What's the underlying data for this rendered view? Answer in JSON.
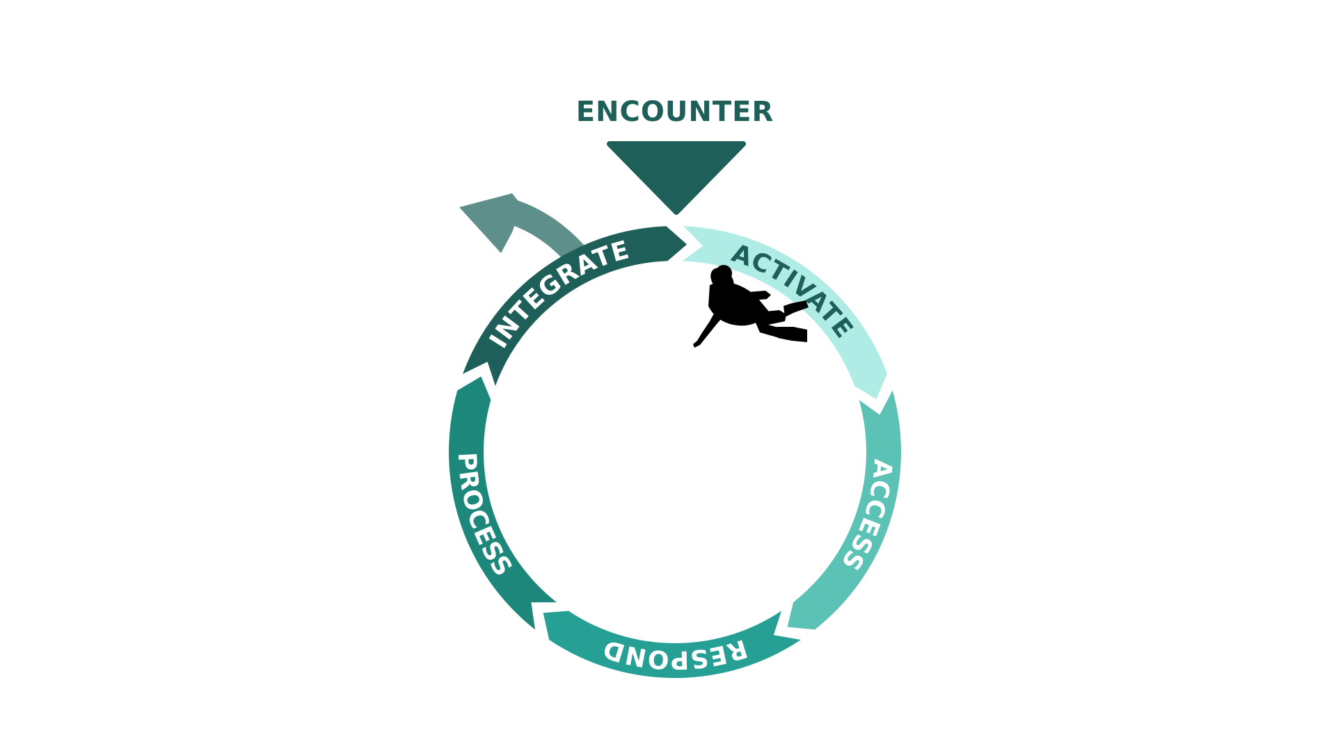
{
  "diagram": {
    "entry": {
      "label": "ENCOUNTER",
      "color": "#1e5f5a"
    },
    "exit_arrow": {
      "color": "#5f8f8a"
    },
    "figure": {
      "icon": "scuba-diver-silhouette",
      "color": "#000000"
    },
    "segments": [
      {
        "label": "ACTIVATE",
        "fill": "#b0ece6",
        "text_color": "#1e5f5a"
      },
      {
        "label": "ACCESS",
        "fill": "#5bc2b5",
        "text_color": "#ffffff"
      },
      {
        "label": "RESPOND",
        "fill": "#26a094",
        "text_color": "#ffffff"
      },
      {
        "label": "PROCESS",
        "fill": "#1e877b",
        "text_color": "#ffffff"
      },
      {
        "label": "INTEGRATE",
        "fill": "#1e5f5a",
        "text_color": "#ffffff"
      }
    ]
  }
}
